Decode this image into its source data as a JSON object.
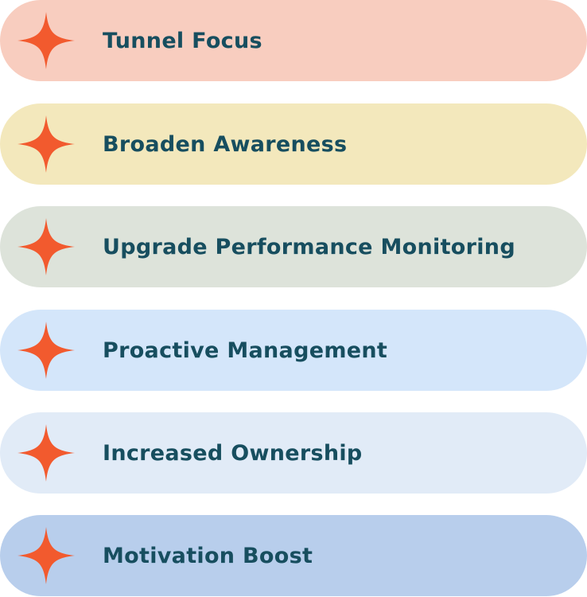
{
  "colors": {
    "text": "#174e5f",
    "star": "#f25a2e"
  },
  "items": [
    {
      "label": "Tunnel Focus",
      "bg": "#f8cdbf"
    },
    {
      "label": "Broaden Awareness",
      "bg": "#f3e8bc"
    },
    {
      "label": "Upgrade Performance Monitoring",
      "bg": "#dde3da"
    },
    {
      "label": "Proactive Management",
      "bg": "#d4e6fa"
    },
    {
      "label": "Increased Ownership",
      "bg": "#e1ebf7"
    },
    {
      "label": "Motivation Boost",
      "bg": "#b8ceec"
    }
  ]
}
